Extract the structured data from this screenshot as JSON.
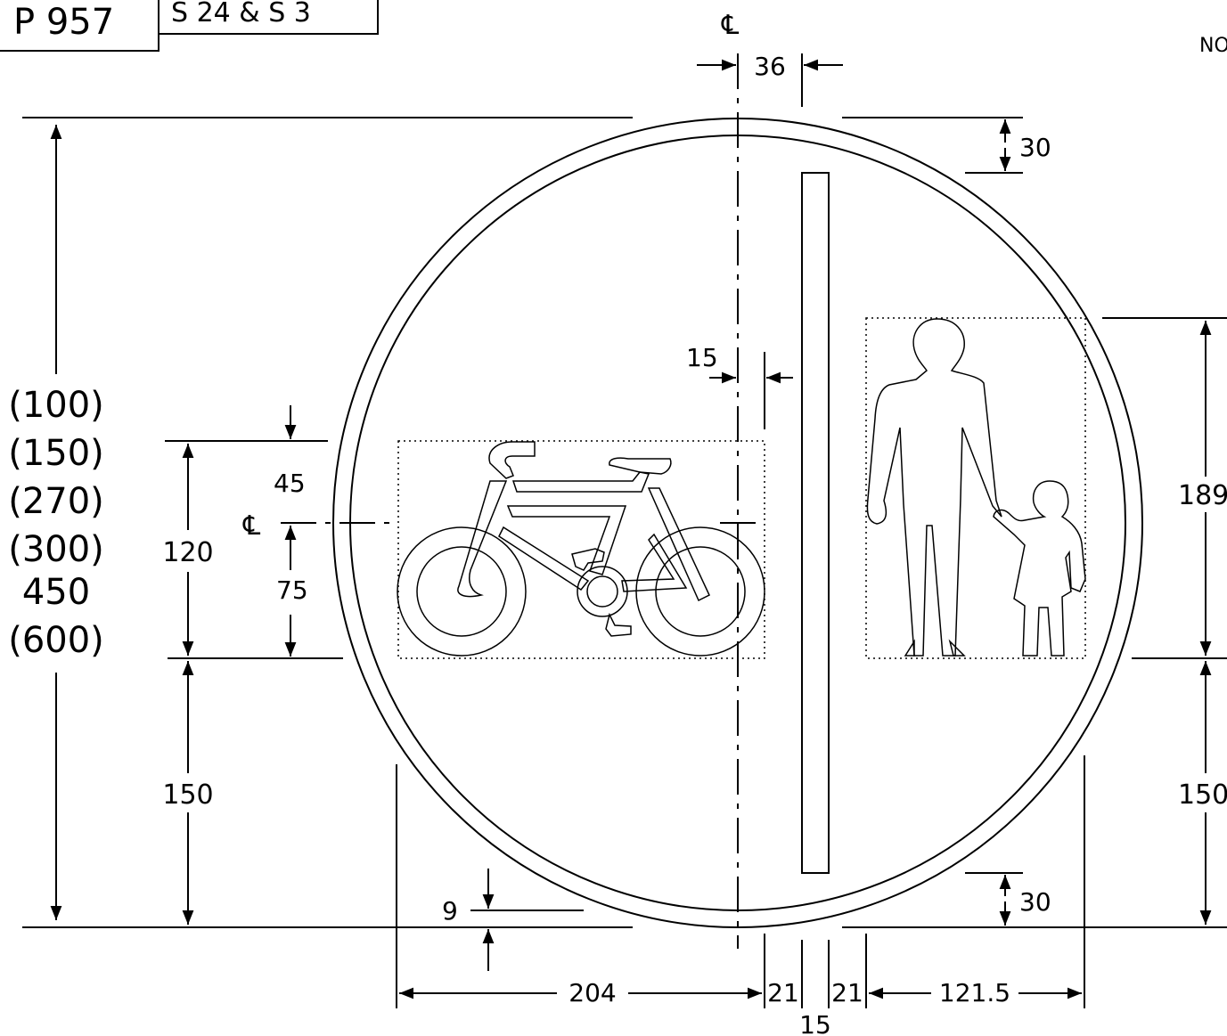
{
  "title_block": {
    "sign_number": "P 957",
    "reference": "S 24 & S 3",
    "note_fragment": "NO"
  },
  "centerline_symbol": "℄",
  "dimensions": {
    "overall_sizes": [
      "(100)",
      "(150)",
      "(270)",
      "(300)",
      "450",
      "(600)"
    ],
    "centerline_offset_top": "36",
    "border_top": "30",
    "border_bottom": "30",
    "bar_gap": "15",
    "cycle_symbol_height": "120",
    "cycle_above_center": "45",
    "cycle_below_center": "75",
    "cycle_bottom_to_edge": "150",
    "border_width": "9",
    "left_width": "204",
    "bar_margin_left": "21",
    "bar_margin_right": "21",
    "bar_width": "15",
    "right_width": "121.5",
    "pedestrian_height": "189",
    "pedestrian_bottom_to_edge": "150"
  }
}
